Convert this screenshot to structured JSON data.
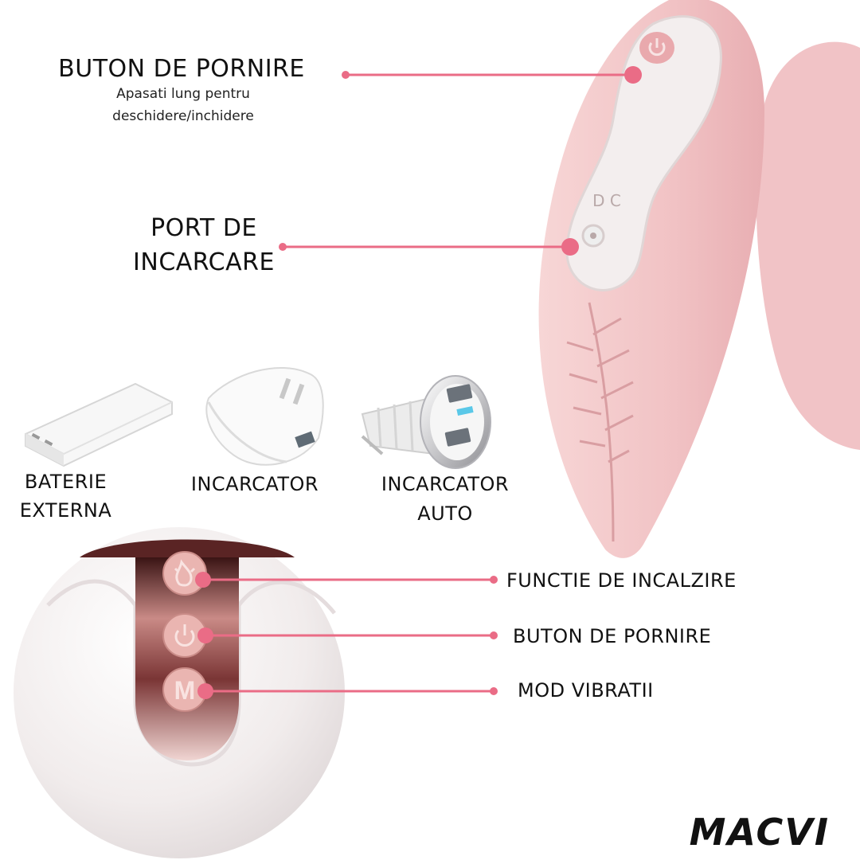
{
  "colors": {
    "callout": "#ea6c86",
    "device_pink": "#f4c7c9",
    "panel_white": "#f2eded",
    "rose_gold": "#8a3b3a",
    "button_pink": "#e9b0ae"
  },
  "labels": {
    "power_button_top": "BUTON DE PORNIRE",
    "power_button_hint_line1": "Apasati lung pentru",
    "power_button_hint_line2": "deschidere/inchidere",
    "charging_port_line1": "PORT DE",
    "charging_port_line2": "INCARCARE",
    "dc_marking": "D C",
    "battery_line1": "BATERIE",
    "battery_line2": "EXTERNA",
    "charger": "INCARCATOR",
    "car_charger_line1": "INCARCATOR",
    "car_charger_line2": "AUTO",
    "heating": "FUNCTIE DE INCALZIRE",
    "power_button_remote": "BUTON DE PORNIRE",
    "vibration_mode": "MOD VIBRATII"
  },
  "icons": {
    "power": "power-icon",
    "heat": "flame-icon",
    "mode": "m-icon"
  },
  "remote_button_letter": "M",
  "brand": "MACVI"
}
